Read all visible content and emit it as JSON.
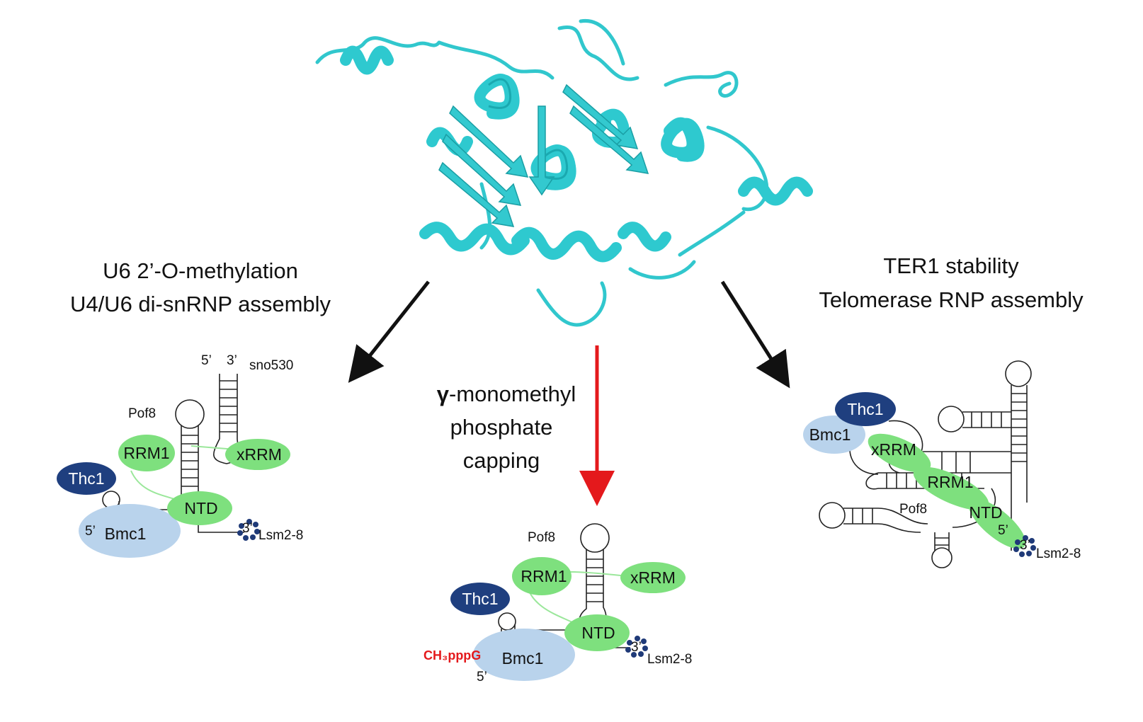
{
  "colors": {
    "protein": "#33c9cf",
    "green_domain": "#7ee07e",
    "thc1": "#1f3f7f",
    "bmc1": "#b9d3ec",
    "arrow_black": "#111111",
    "arrow_red": "#e4191c",
    "lsm": "#1f3a78",
    "cap": "#e4191c"
  },
  "left": {
    "heading_line1": "U6 2’-O-methylation",
    "heading_line2": "U4/U6 di-snRNP assembly",
    "five_prime_top": "5’",
    "three_prime_top": "3’",
    "rna_name": "sno530",
    "protein_name": "Pof8",
    "rrm1": "RRM1",
    "xrrm": "xRRM",
    "thc1": "Thc1",
    "ntd": "NTD",
    "bmc1": "Bmc1",
    "five_prime": "5’",
    "three_prime": "3’",
    "lsm": "Lsm2-8"
  },
  "center": {
    "heading_symbol": "γ",
    "heading_line1": "-monomethyl",
    "heading_line2": "phosphate",
    "heading_line3": "capping",
    "protein_name": "Pof8",
    "rrm1": "RRM1",
    "xrrm": "xRRM",
    "thc1": "Thc1",
    "ntd": "NTD",
    "cap_label": "CH₃pppG",
    "bmc1": "Bmc1",
    "five_prime": "5’",
    "three_prime": "3’",
    "lsm": "Lsm2-8"
  },
  "right": {
    "heading_line1": "TER1 stability",
    "heading_line2": "Telomerase RNP assembly",
    "thc1": "Thc1",
    "bmc1": "Bmc1",
    "xrrm": "xRRM",
    "rrm1": "RRM1",
    "protein_name": "Pof8",
    "ntd": "NTD",
    "five_prime": "5’",
    "three_prime": "3’",
    "lsm": "Lsm2-8"
  }
}
